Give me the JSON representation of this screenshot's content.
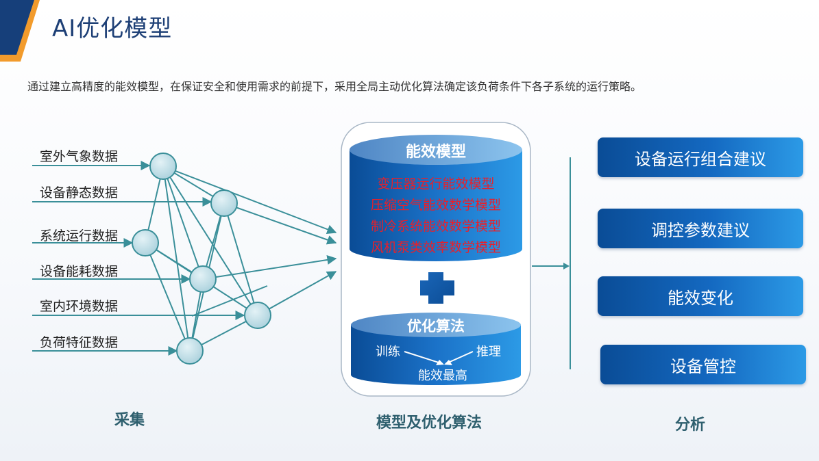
{
  "header": {
    "title": "AI优化模型",
    "subtitle": "通过建立高精度的能效模型，在保证安全和使用需求的前提下，采用全局主动优化算法确定该负荷条件下各子系统的运行策略。"
  },
  "inputs": {
    "items": [
      "室外气象数据",
      "设备静态数据",
      "系统运行数据",
      "设备能耗数据",
      "室内环境数据",
      "负荷特征数据"
    ],
    "caption": "采集"
  },
  "model": {
    "efficiency_title": "能效模型",
    "efficiency_items": [
      "变压器运行能效模型",
      "压缩空气能效数学模型",
      "制冷系统能效数学模型",
      "风机泵类效率数学模型"
    ],
    "algorithm_title": "优化算法",
    "train": "训练",
    "infer": "推理",
    "best": "能效最高",
    "caption": "模型及优化算法",
    "colors": {
      "cylinder_dark": "#0a4c96",
      "cylinder_light": "#2c9ae6",
      "model_text": "#e8202a"
    }
  },
  "outputs": {
    "items": [
      "设备运行组合建议",
      "调控参数建议",
      "能效变化",
      "设备管控"
    ],
    "caption": "分析"
  }
}
